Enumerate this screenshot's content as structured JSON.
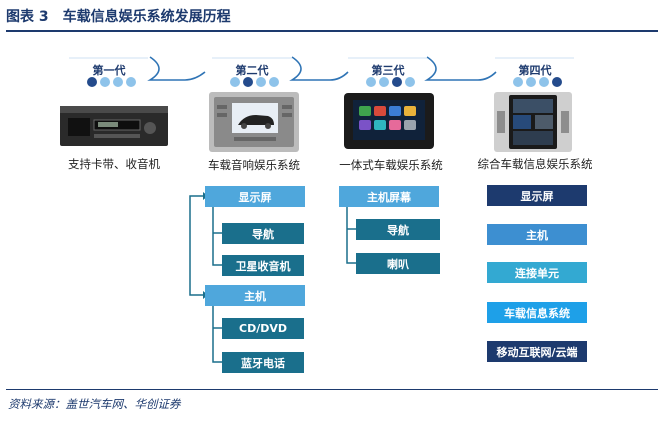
{
  "figure": {
    "label": "图表 3",
    "title": "车载信息娱乐系统发展历程",
    "source": "资料来源：盖世汽车网、华创证券"
  },
  "generations": [
    {
      "label": "第一代",
      "caption": "支持卡带、收音机"
    },
    {
      "label": "第二代",
      "caption": "车载音响娱乐系统"
    },
    {
      "label": "第三代",
      "caption": "一体式车载娱乐系统"
    },
    {
      "label": "第四代",
      "caption": "综合车载信息娱乐系统"
    }
  ],
  "gen2_tree": {
    "group1": {
      "label": "显示屏",
      "children": [
        "导航",
        "卫星收音机"
      ]
    },
    "group2": {
      "label": "主机",
      "children": [
        "CD/DVD",
        "蓝牙电话"
      ]
    }
  },
  "gen3_tree": {
    "group1": {
      "label": "主机屏幕",
      "children": [
        "导航",
        "喇叭"
      ]
    }
  },
  "gen4_list": [
    "显示屏",
    "主机",
    "连接单元",
    "车载信息系统",
    "移动互联网/云端"
  ],
  "colors": {
    "accent_navy": "#1d3a6e",
    "accent_blue": "#4fa7dc",
    "accent_teal": "#1a6f8c",
    "dot_light": "#8ec3ea",
    "dot_dark": "#244b8c"
  }
}
